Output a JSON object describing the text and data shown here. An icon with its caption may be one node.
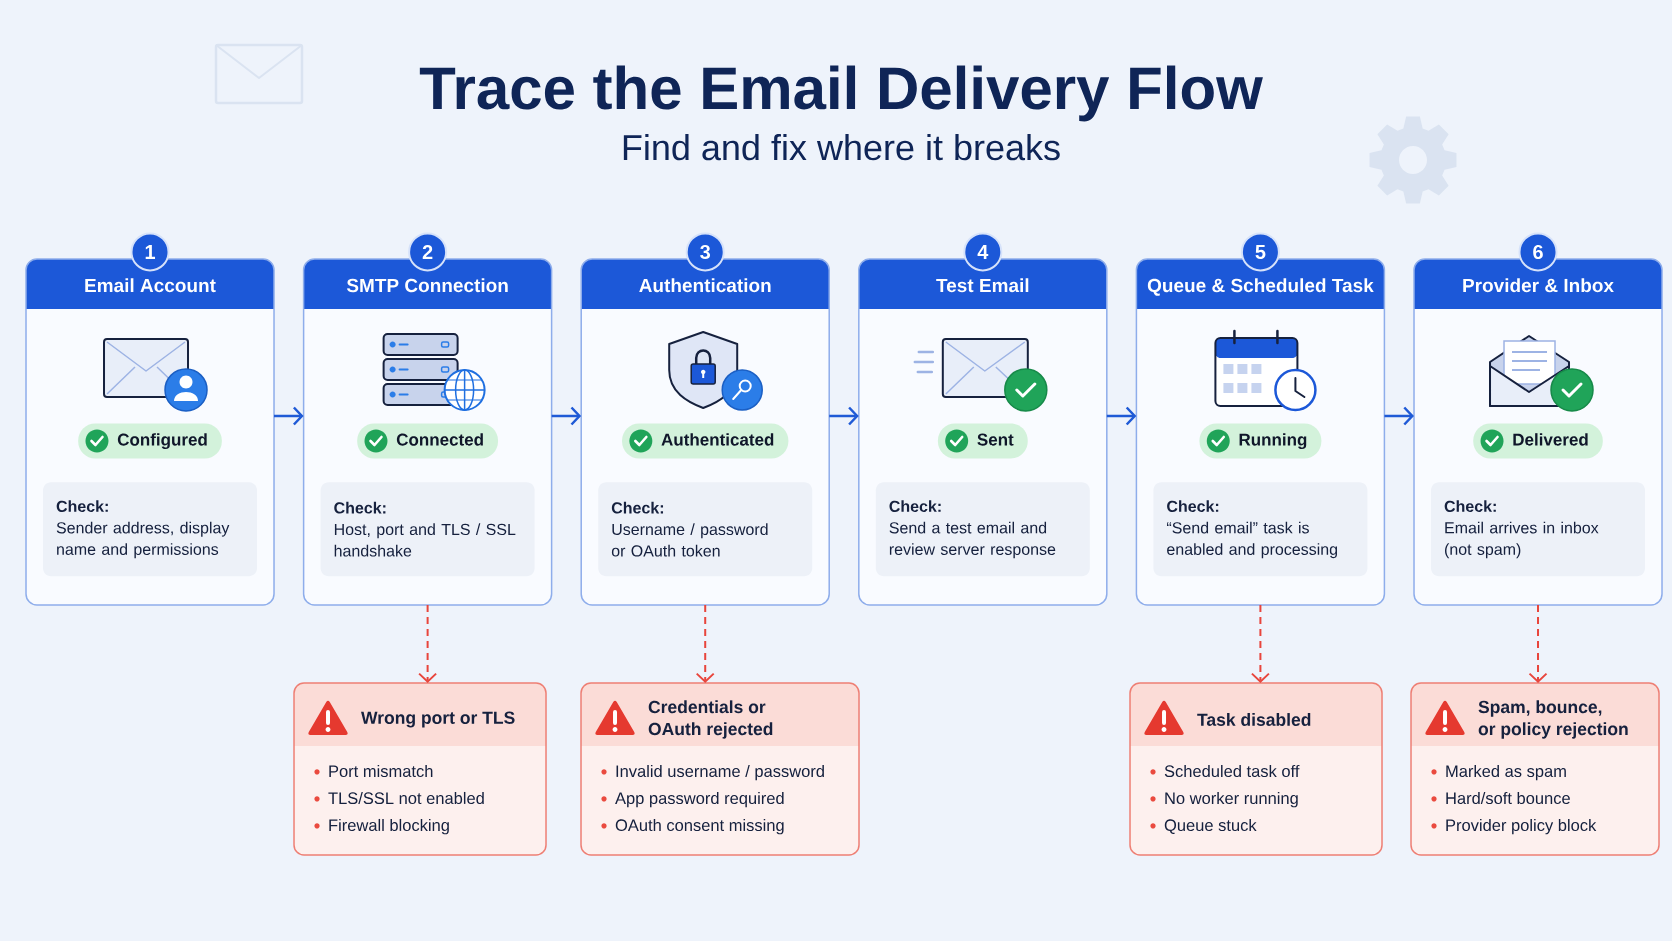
{
  "diagram": {
    "title": "Trace the Email Delivery Flow",
    "nodes": [
      {
        "text": [
          "1"
        ]
      },
      {
        "text": [
          "Email Account"
        ]
      },
      {
        "text": [
          "Configured"
        ],
        "in": 1
      },
      {
        "text": [
          "Check:",
          "Sender address, display name and permissions"
        ],
        "in": 1
      },
      {
        "text": [
          "2"
        ]
      },
      {
        "text": [
          "SMTP Connection"
        ]
      },
      {
        "text": [
          "Connected"
        ],
        "in": 5
      },
      {
        "text": [
          "Check:",
          "Host, port and TLS / SSL handshake"
        ],
        "in": 5
      },
      {
        "text": [
          "3"
        ]
      },
      {
        "text": [
          "Authentication"
        ]
      },
      {
        "text": [
          "Authenticated"
        ],
        "in": 9
      },
      {
        "text": [
          "Check:",
          "Username / password or OAuth token"
        ],
        "in": 9
      },
      {
        "text": [
          "4"
        ]
      },
      {
        "text": [
          "Test Email"
        ]
      },
      {
        "text": [
          "Sent"
        ],
        "in": 13
      },
      {
        "text": [
          "Check:",
          "Send a test email and review server response"
        ],
        "in": 13
      },
      {
        "text": [
          "5"
        ]
      },
      {
        "text": [
          "Queue & Scheduled Task"
        ]
      },
      {
        "text": [
          "Running"
        ],
        "in": 17
      },
      {
        "text": [
          "Check:",
          "“Send email” task is enabled and processing"
        ],
        "in": 17
      },
      {
        "text": [
          "6"
        ]
      },
      {
        "text": [
          "Provider & Inbox"
        ]
      },
      {
        "text": [
          "Delivered"
        ],
        "in": 21
      },
      {
        "text": [
          "Check:",
          "Email arrives in inbox (not spam)"
        ],
        "in": 21
      },
      {
        "text": [
          "Wrong port or TLS",
          "Port mismatch",
          "TLS/SSL not enabled",
          "Firewall blocking"
        ]
      },
      {
        "text": [
          "Credentials or OAuth rejected",
          "Invalid username / password",
          "App password required",
          "OAuth consent missing"
        ]
      },
      {
        "text": [
          "Task disabled",
          "Scheduled task off",
          "No worker running",
          "Queue stuck"
        ]
      },
      {
        "text": [
          "Spam, bounce, or policy rejection",
          "Marked as spam",
          "Hard/soft bounce",
          "Provider policy block"
        ]
      }
    ],
    "edges": [
      {
        "from": 1,
        "to": 5,
        "arrow": "to"
      },
      {
        "from": 5,
        "to": 9,
        "arrow": "to"
      },
      {
        "from": 9,
        "to": 13,
        "arrow": "to"
      },
      {
        "from": 13,
        "to": 17,
        "arrow": "to"
      },
      {
        "from": 17,
        "to": 21,
        "arrow": "to"
      },
      {
        "from": 5,
        "to": 24,
        "arrow": "to",
        "style": "dashed",
        "color": "#e8453c"
      },
      {
        "from": 9,
        "to": 25,
        "arrow": "to",
        "style": "dashed",
        "color": "#e8453c"
      },
      {
        "from": 17,
        "to": 26,
        "arrow": "to",
        "style": "dashed",
        "color": "#e8453c"
      },
      {
        "from": 21,
        "to": 27,
        "arrow": "to",
        "style": "dashed",
        "color": "#e8453c"
      }
    ],
    "labels": [
      "Find and fix where it breaks"
    ]
  }
}
